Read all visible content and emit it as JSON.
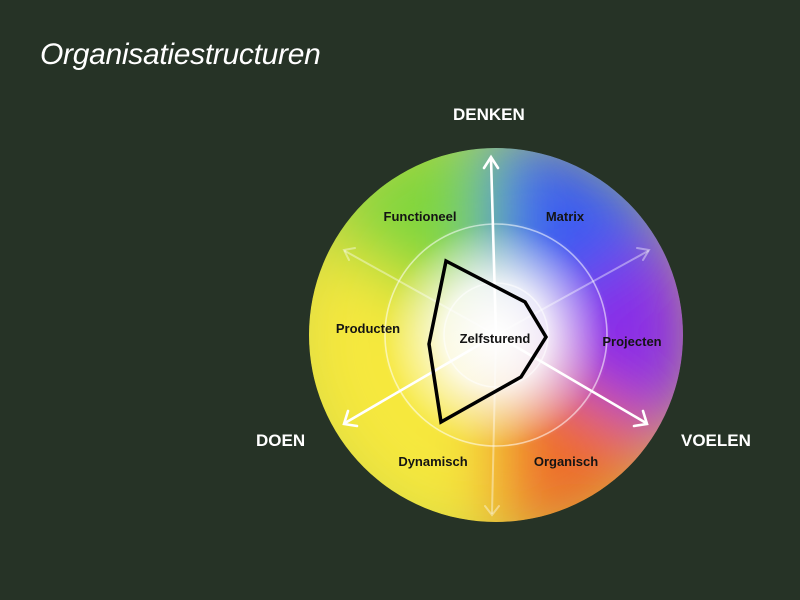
{
  "slide": {
    "title": "Organisatiestructuren"
  },
  "axes": {
    "top": "DENKEN",
    "bottom_left": "DOEN",
    "bottom_right": "VOELEN"
  },
  "segments": {
    "top_left": "Functioneel",
    "top_right": "Matrix",
    "left": "Producten",
    "right": "Projecten",
    "bottom_left": "Dynamisch",
    "bottom_right": "Organisch",
    "center": "Zelfsturend"
  },
  "colors": {
    "background": "#263326",
    "denken": "#3a5cf2",
    "voelen": "#e8302a",
    "doen": "#f6e83c",
    "functioneel": "#7ed63c",
    "matrix": "#8a2be8",
    "organisch": "#ee6a2c",
    "profile_outline": "#000000"
  }
}
